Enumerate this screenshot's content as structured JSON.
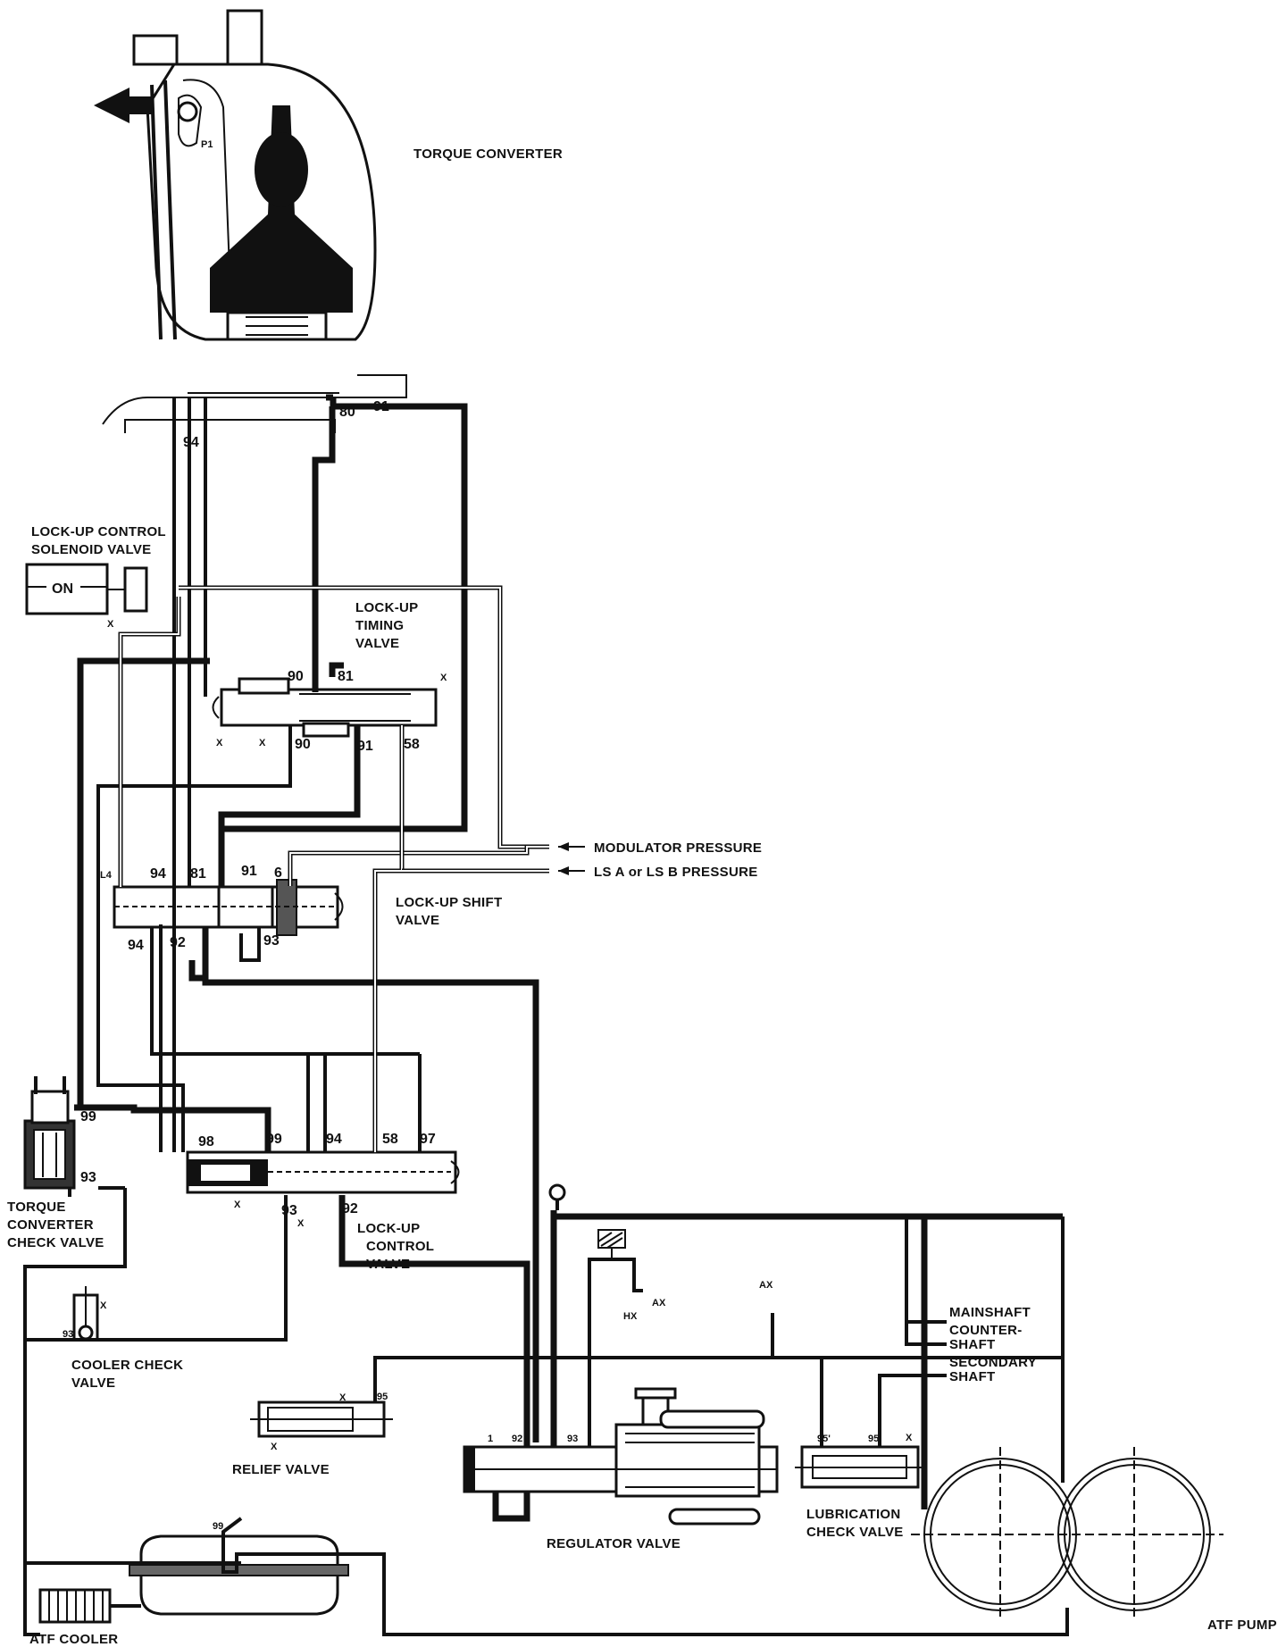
{
  "labels": {
    "torque_converter": "TORQUE CONVERTER",
    "solenoid_line1": "LOCK-UP CONTROL",
    "solenoid_line2": "SOLENOID VALVE",
    "solenoid_state": "ON",
    "timing_line1": "LOCK-UP",
    "timing_line2": "TIMING",
    "timing_line3": "VALVE",
    "modulator_pressure": "MODULATOR PRESSURE",
    "ls_pressure": "LS A or LS B PRESSURE",
    "shift_line1": "LOCK-UP SHIFT",
    "shift_line2": "VALVE",
    "tc_check_line1": "TORQUE",
    "tc_check_line2": "CONVERTER",
    "tc_check_line3": "CHECK VALVE",
    "control_line1": "LOCK-UP",
    "control_line2": "CONTROL",
    "control_line3": "VALVE",
    "cooler_check_line1": "COOLER CHECK",
    "cooler_check_line2": "VALVE",
    "relief_valve": "RELIEF VALVE",
    "regulator_valve": "REGULATOR VALVE",
    "lube_line1": "LUBRICATION",
    "lube_line2": "CHECK VALVE",
    "mainshaft": "MAINSHAFT",
    "countershaft_line1": "COUNTER-",
    "countershaft_line2": "SHAFT",
    "secondary_line1": "SECONDARY",
    "secondary_line2": "SHAFT",
    "atf_cooler": "ATF COOLER",
    "atf_pump": "ATF PUMP",
    "p1": "P1"
  },
  "ports": {
    "p80": "80",
    "p91a": "91",
    "p94a": "94",
    "p90a": "90",
    "p81a": "81",
    "p90b": "90",
    "p91b": "91",
    "p58a": "58",
    "p94b": "94",
    "p81b": "81",
    "p91c": "91",
    "p6": "6",
    "p94c": "94",
    "p92a": "92",
    "p93a": "93",
    "p99a": "99",
    "p93b": "93",
    "p98": "98",
    "p99b": "99",
    "p94d": "94",
    "p58b": "58",
    "p97": "97",
    "p93c": "93",
    "p92b": "92",
    "p93d": "93",
    "p95a": "95",
    "p1": "1",
    "p92c": "92",
    "p93e": "93",
    "p95b": "95'",
    "p95c": "95",
    "p99c": "99"
  },
  "marks": {
    "x": "X",
    "ax": "AX",
    "hx": "HX"
  }
}
